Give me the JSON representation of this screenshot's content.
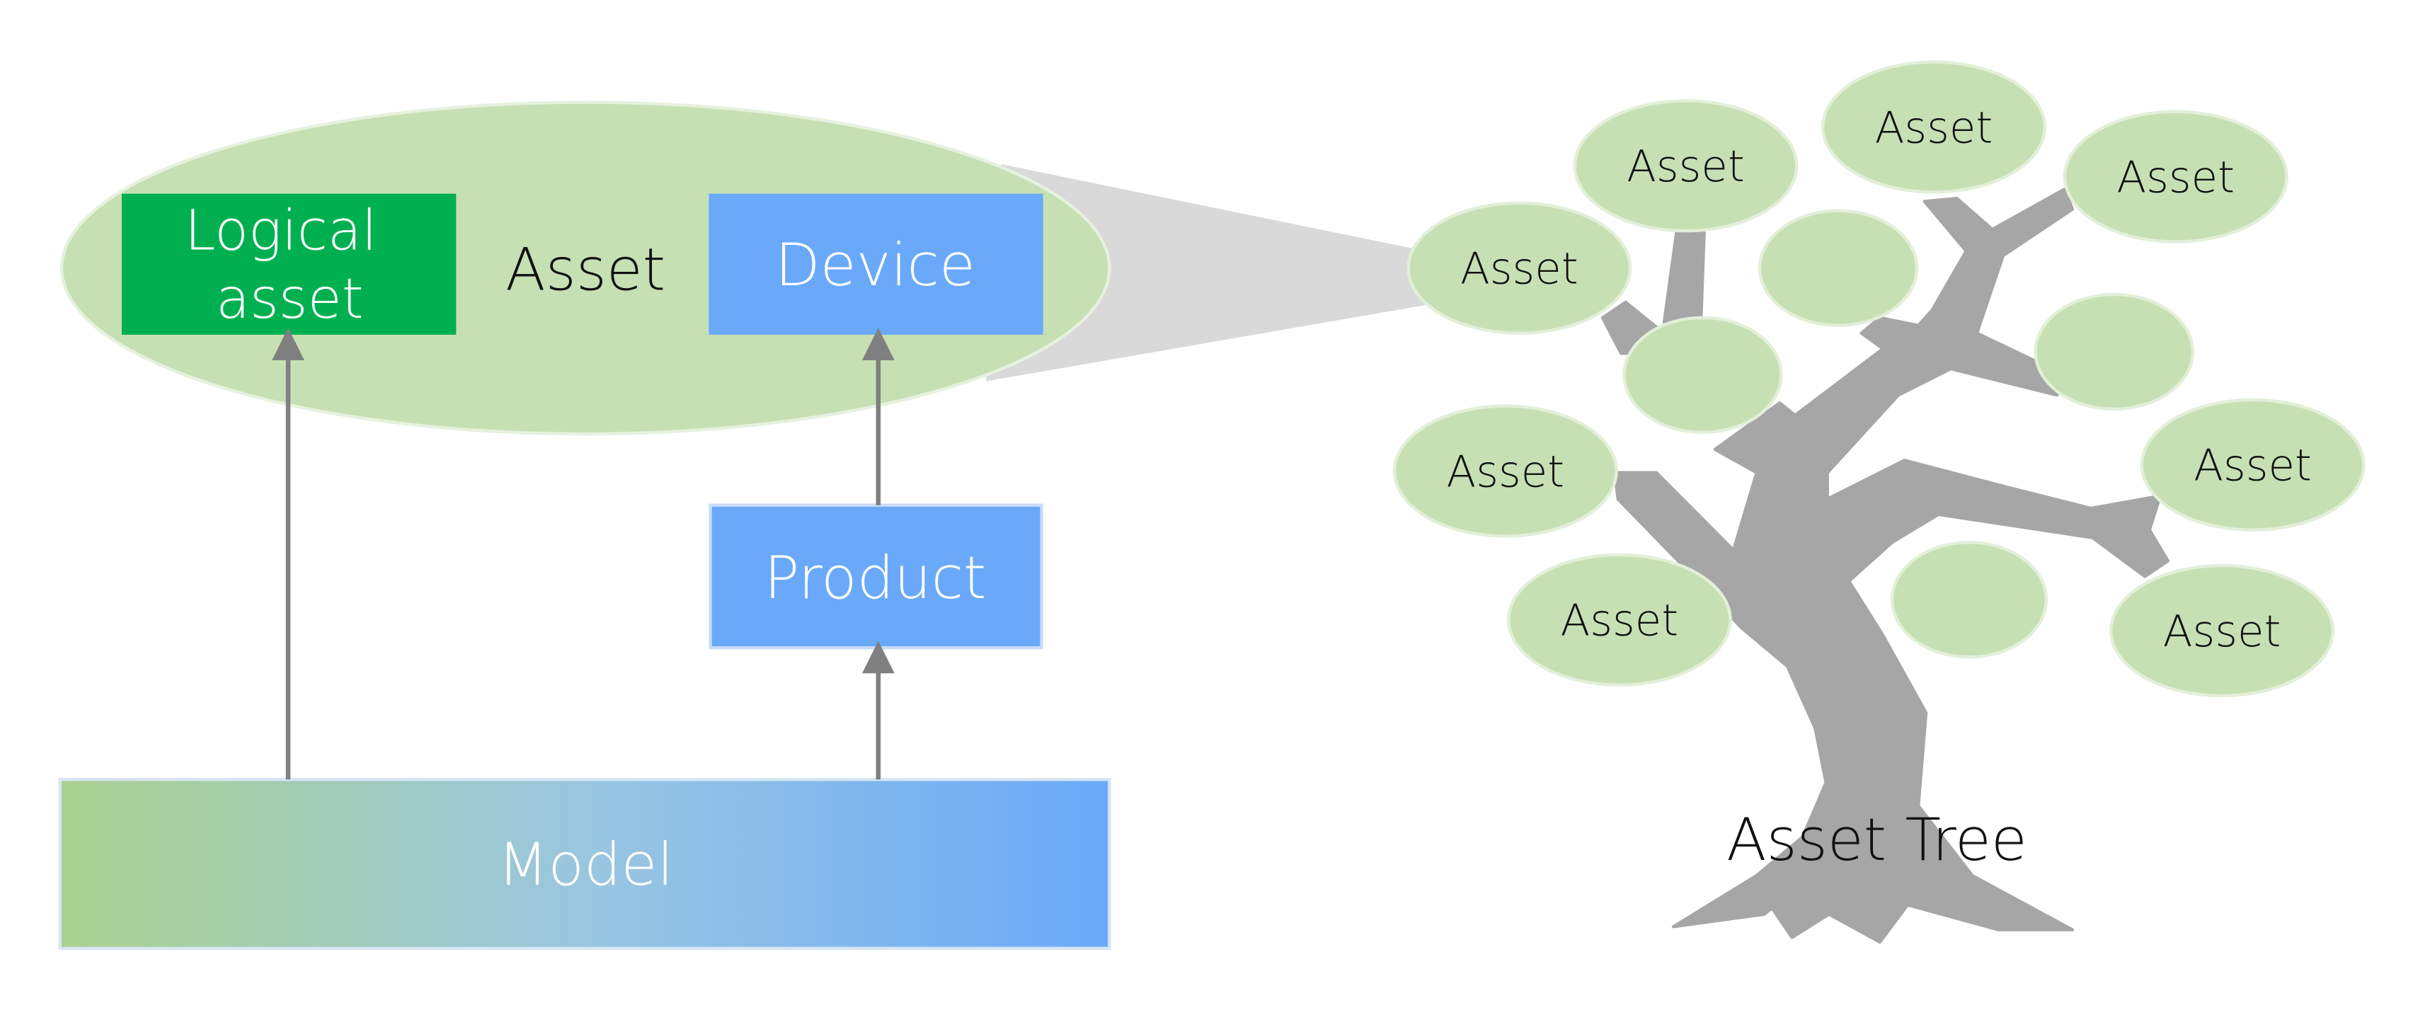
{
  "left": {
    "asset_group_label": "Asset",
    "logical_asset_label": "Logical\nasset",
    "device_label": "Device",
    "product_label": "Product",
    "model_label": "Model"
  },
  "tree": {
    "title": "Asset Tree",
    "node_label": "Asset"
  },
  "colors": {
    "asset_ellipse": "#C6E0B4",
    "logical_asset": "#00B050",
    "device": "#6AA9F9",
    "product": "#6AA9F9",
    "model_start": "#A9D18E",
    "model_end": "#6AA9F9",
    "arrow": "#808080",
    "tree_trunk": "#A6A6A6",
    "zoom_cone": "#D9D9D9",
    "node_fill": "#C6E0B4"
  }
}
